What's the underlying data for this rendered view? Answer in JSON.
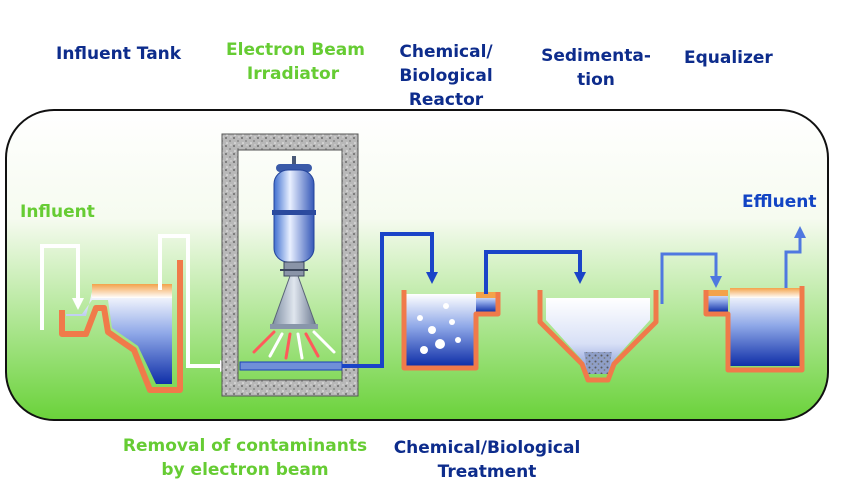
{
  "labels": {
    "influent_tank": "Influent Tank",
    "electron_beam_irradiator": [
      "Electron Beam",
      "Irradiator"
    ],
    "chemical_biological_reactor": [
      "Chemical/",
      "Biological",
      "Reactor"
    ],
    "sedimentation": [
      "Sedimenta-",
      "tion"
    ],
    "equalizer": "Equalizer",
    "influent": "Influent",
    "effluent": "Effluent",
    "removal_caption": [
      "Removal of contaminants",
      "by electron beam"
    ],
    "treatment_caption": [
      "Chemical/Biological",
      "Treatment"
    ]
  },
  "colors": {
    "stage_top": "#ffffff",
    "stage_bottom": "#6ad23a",
    "label_navy": "#0d2c8c",
    "label_green": "#66cc33",
    "tank_wall": "#f07a4a",
    "flow_line": "#1a44c8",
    "water": "#1a3fb8"
  }
}
